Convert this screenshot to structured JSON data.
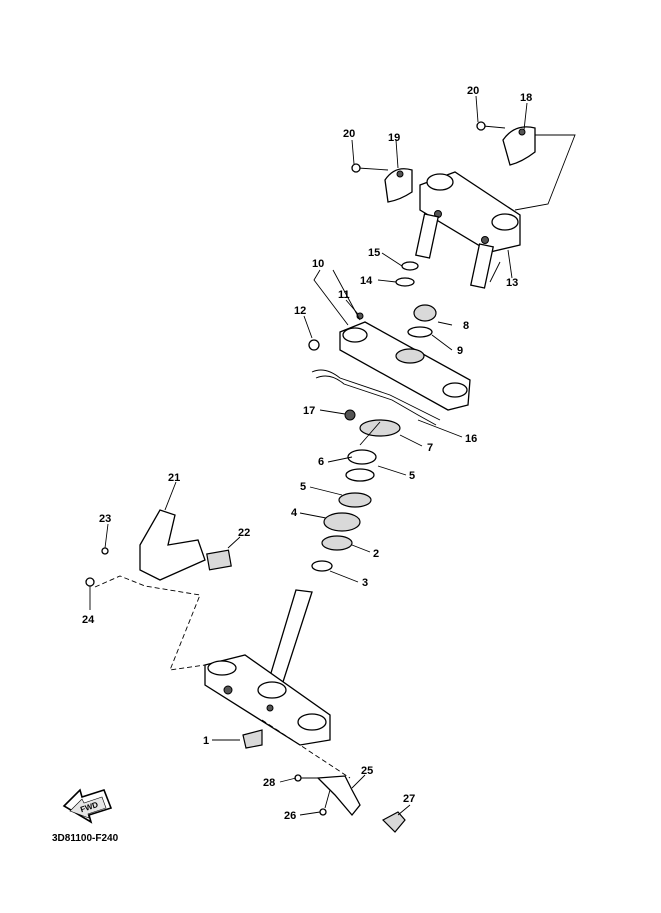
{
  "diagram": {
    "code": "3D81100-F240",
    "fwd_badge": "FWD",
    "labels": {
      "p1": "1",
      "p2": "2",
      "p3": "3",
      "p4": "4",
      "p5a": "5",
      "p5b": "5",
      "p6": "6",
      "p7": "7",
      "p8": "8",
      "p9": "9",
      "p10": "10",
      "p11": "11",
      "p12": "12",
      "p13": "13",
      "p14": "14",
      "p15": "15",
      "p16": "16",
      "p17": "17",
      "p18": "18",
      "p19": "19",
      "p20a": "20",
      "p20b": "20",
      "p21": "21",
      "p22": "22",
      "p23": "23",
      "p24": "24",
      "p25": "25",
      "p26": "26",
      "p27": "27",
      "p28": "28"
    }
  }
}
